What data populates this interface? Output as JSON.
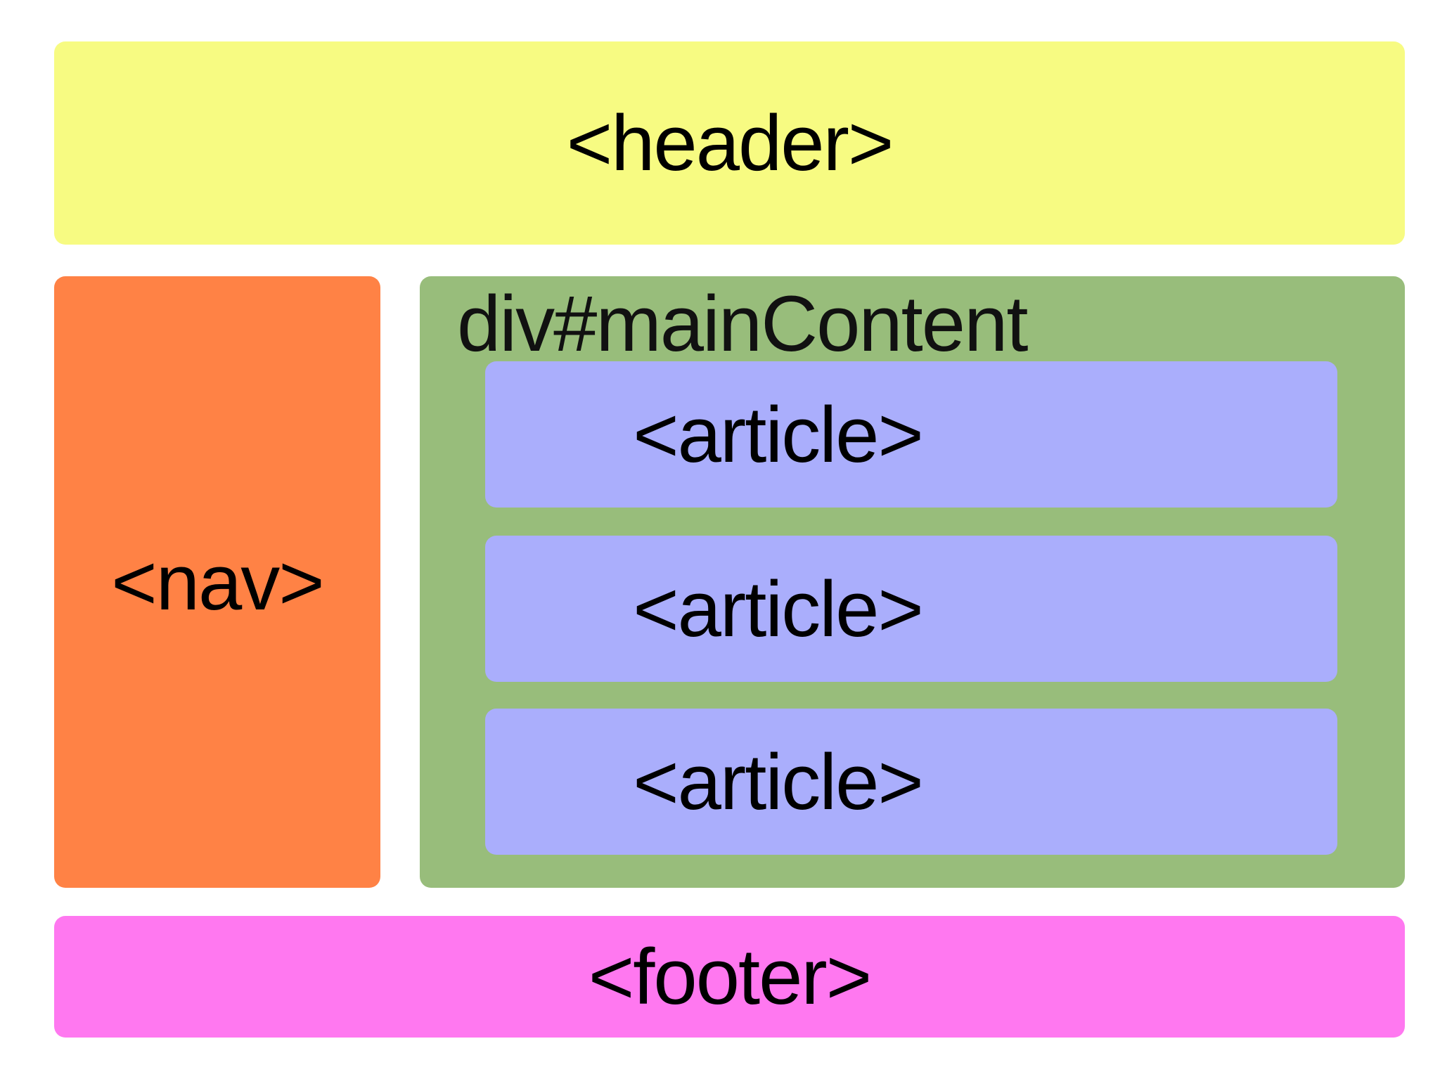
{
  "diagram": {
    "header": {
      "label": "<header>",
      "color": "#F7FB82"
    },
    "nav": {
      "label": "<nav>",
      "color": "#FF8245"
    },
    "main_content": {
      "label": "div#mainContent",
      "color": "#98BD7B",
      "articles": [
        {
          "label": "<article>"
        },
        {
          "label": "<article>"
        },
        {
          "label": "<article>"
        }
      ],
      "article_color": "#AAAEFC"
    },
    "footer": {
      "label": "<footer>",
      "color": "#FF78F0"
    }
  }
}
